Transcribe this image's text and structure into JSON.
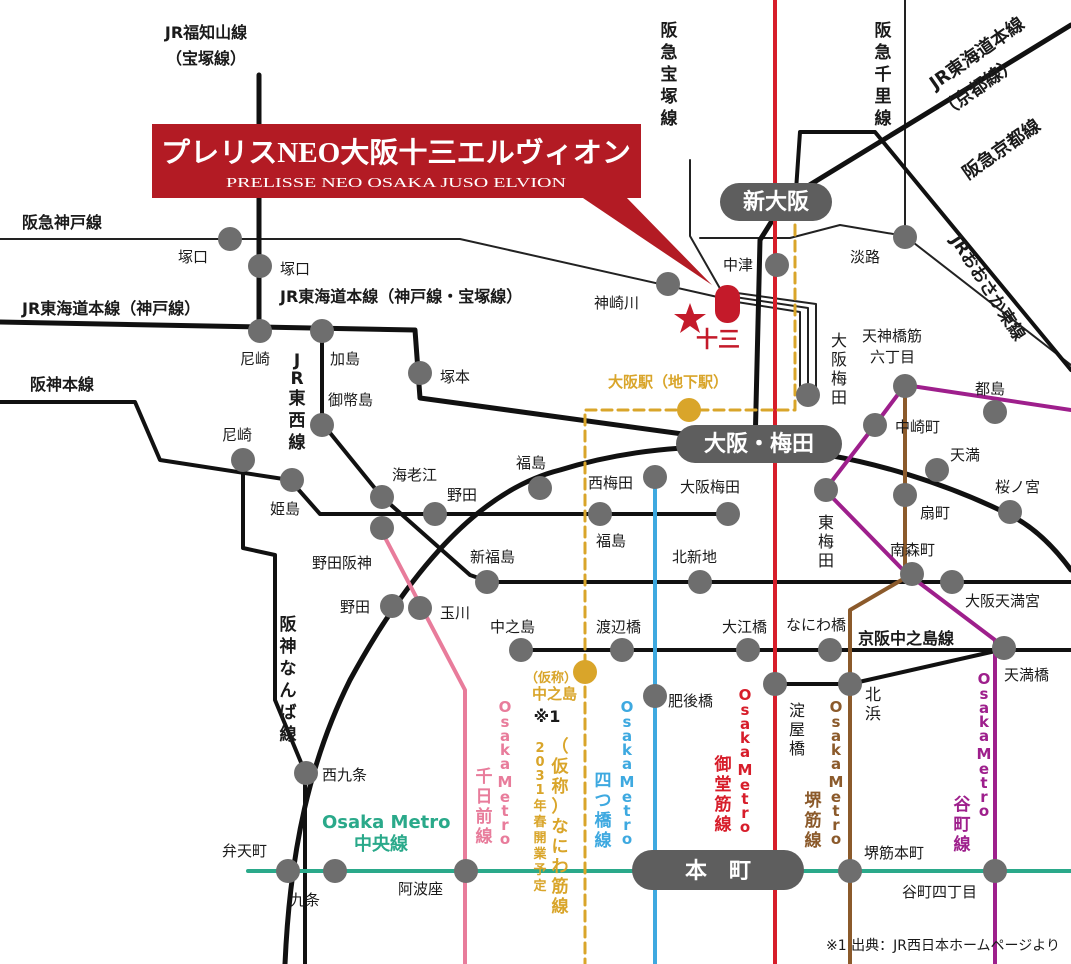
{
  "property": {
    "name_jp": "プレリスNEO大阪十三エルヴィオン",
    "name_en": "PRELISSE NEO OSAKA JUSO ELVION"
  },
  "hubs": {
    "shin_osaka": "新大阪",
    "osaka_umeda": "大阪・梅田",
    "honmachi": "本　町"
  },
  "juso": "十三",
  "lines": {
    "jr_fukuchiyama": [
      "JR福知山線",
      "（宝塚線）"
    ],
    "hankyu_takarazuka": "阪急宝塚線",
    "hankyu_senri": "阪急千里線",
    "jr_tokaido_kyoto": [
      "JR東海道本線",
      "（京都線）"
    ],
    "hankyu_kyoto": "阪急京都線",
    "jr_osaka_higashi": "JRおおさか東線",
    "hankyu_kobe": "阪急神戸線",
    "jr_tokaido_kobe": "JR東海道本線（神戸線）",
    "jr_tokaido_kobe_takarazuka": "JR東海道本線（神戸線・宝塚線）",
    "jr_tozai": "JR東西線",
    "hanshin_main": "阪神本線",
    "hanshin_namba": "阪神なんば線",
    "keihan_nakanoshima": "京阪中之島線",
    "osaka_station_underground": "大阪駅（地下駅）",
    "chuo_1": "Osaka Metro",
    "chuo_2": "中央線",
    "metro_en": "Osaka Metro",
    "sennichimae": "千日前線",
    "naniwa_1": "※1（仮称）なにわ筋線",
    "naniwa_2": "2031年春開業予定",
    "yotsubashi": "四つ橋線",
    "midosuji": "御堂筋線",
    "sakaisuji": "堺筋線",
    "tanimachi": "谷町線"
  },
  "source_note": "※1 出典：JR西日本ホームページより",
  "stations": {
    "tsukaguchi_hk": "塚口",
    "tsukaguchi_jr": "塚口",
    "kanzakigawa": "神崎川",
    "nakatsu": "中津",
    "awaji": "淡路",
    "amagasaki_jr": "尼崎",
    "kashima": "加島",
    "mitejima": "御幣島",
    "tsukamoto": "塚本",
    "osaka_umeda_hk": "大阪梅田",
    "tenjinbashi6": "天神橋筋六丁目",
    "miyakojima": "都島",
    "nakazakicho": "中崎町",
    "tenma": "天満",
    "sakuranomiya": "桜ノ宮",
    "amagasaki_hs": "尼崎",
    "himejima": "姫島",
    "ebie": "海老江",
    "noda": "野田",
    "fukushima_jr": "福島",
    "nishiumeda": "西梅田",
    "osaka_umeda_hs": "大阪梅田",
    "fukushima_hs": "福島",
    "higashiumeda": "東梅田",
    "ogimachi": "扇町",
    "minamimorimachi": "南森町",
    "osaka_tenmangu": "大阪天満宮",
    "noda_hanshin": "野田阪神",
    "shinfukushima": "新福島",
    "kitashinchi": "北新地",
    "noda_jr": "野田",
    "tamagawa": "玉川",
    "nakanoshima": "中之島",
    "watanabebashi": "渡辺橋",
    "oebashi": "大江橋",
    "naniwabashi": "なにわ橋",
    "tenmabashi": "天満橋",
    "kasho_nakanoshima_1": "（仮称）",
    "kasho_nakanoshima_2": "中之島",
    "higobashi": "肥後橋",
    "yodoyabashi": "淀屋橋",
    "kitahama": "北浜",
    "nishikujo": "西九条",
    "bentencho": "弁天町",
    "kujo": "九条",
    "awaza": "阿波座",
    "sakaisuji_honmachi": "堺筋本町",
    "tanimachi4": "谷町四丁目"
  },
  "colors": {
    "jr_black": "#111111",
    "thin_line": "#222222",
    "midosuji_red": "#d71d2a",
    "yotsubashi_blue": "#3ea9e0",
    "chuo_green": "#2aa98a",
    "sennichimae_pink": "#e87c9b",
    "naniwa_gold": "#d9a52a",
    "sakaisuji_brown": "#8b5a2b",
    "tanimachi_purple": "#9e1f8c",
    "station_gray": "#6e6e6e",
    "hub_gray": "#5e5e5e",
    "banner_red": "#b31b24",
    "accent_red": "#c41a2a"
  }
}
